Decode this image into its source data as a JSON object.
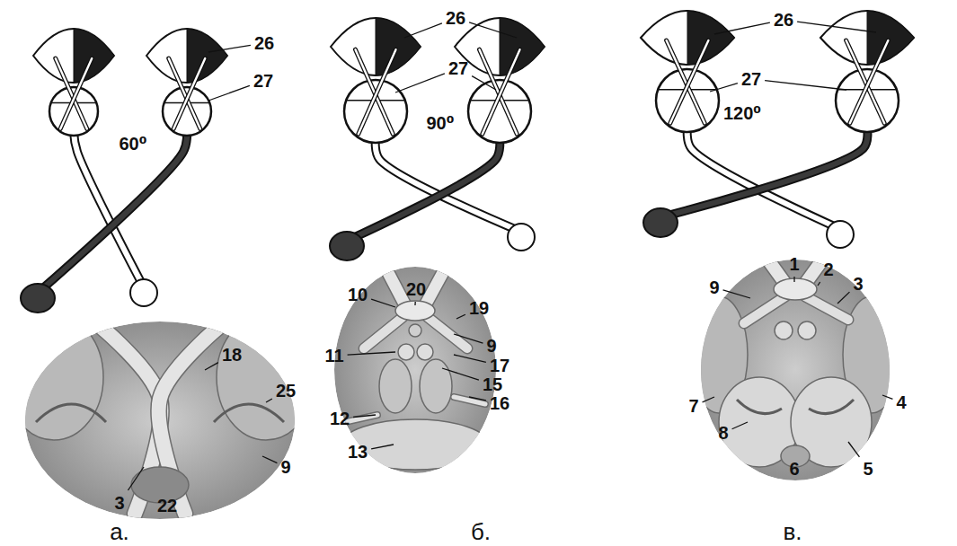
{
  "diagram": {
    "labels": [
      "26",
      "27",
      "60⁰",
      "26",
      "27",
      "90⁰",
      "26",
      "27",
      "120⁰",
      "18",
      "25",
      "3",
      "22",
      "9",
      "а.",
      "10",
      "20",
      "19",
      "11",
      "9",
      "17",
      "15",
      "16",
      "12",
      "13",
      "б.",
      "1",
      "2",
      "3",
      "9",
      "7",
      "4",
      "8",
      "6",
      "5",
      "в."
    ]
  }
}
